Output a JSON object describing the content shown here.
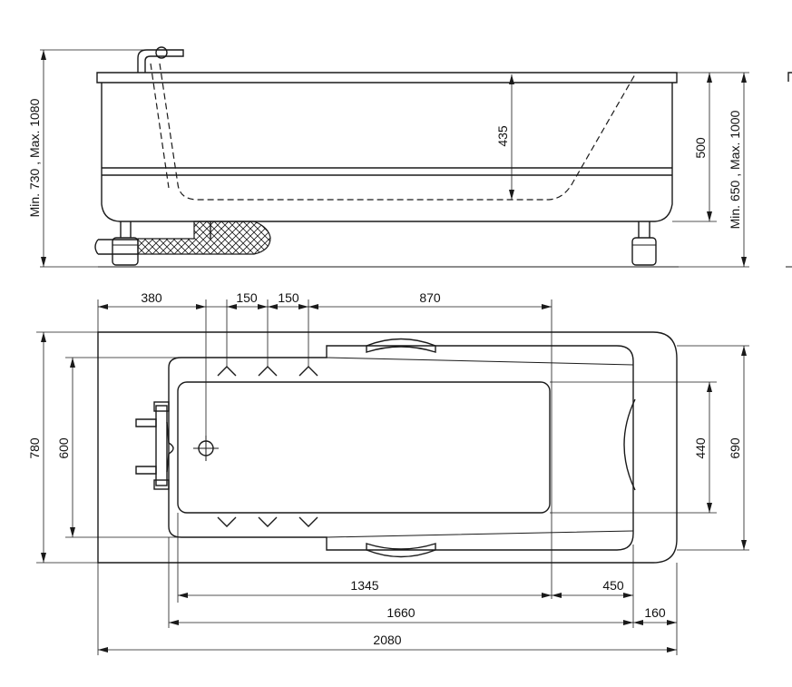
{
  "side_view": {
    "height_range_left": "Min. 730 , Max. 1080",
    "depth": "435",
    "bath_height": "500",
    "height_range_right": "Min. 650 , Max. 1000"
  },
  "plan_view": {
    "top": [
      "380",
      "150",
      "150",
      "870"
    ],
    "left_outer": "780",
    "left_inner": "600",
    "right_inner": "440",
    "right_outer": "690",
    "bottom_inner": "1345",
    "bottom_right": "450",
    "bottom_middle": "1660",
    "bottom_end": "160",
    "total_length": "2080"
  }
}
